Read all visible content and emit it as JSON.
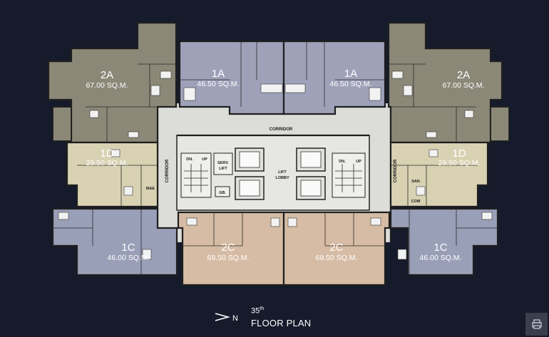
{
  "units": [
    {
      "id": "2a-left",
      "name": "2A",
      "area": "67.00 SQ.M."
    },
    {
      "id": "1a-left",
      "name": "1A",
      "area": "46.50 SQ.M."
    },
    {
      "id": "1a-right",
      "name": "1A",
      "area": "46.50 SQ.M."
    },
    {
      "id": "2a-right",
      "name": "2A",
      "area": "67.00 SQ.M."
    },
    {
      "id": "1d-left",
      "name": "1D",
      "area": "29.50 SQ.M."
    },
    {
      "id": "1d-right",
      "name": "1D",
      "area": "29.50 SQ.M."
    },
    {
      "id": "1c-left",
      "name": "1C",
      "area": "46.00 SQ.M."
    },
    {
      "id": "2c-left",
      "name": "2C",
      "area": "69.50 SQ.M."
    },
    {
      "id": "2c-right",
      "name": "2C",
      "area": "69.50 SQ.M."
    },
    {
      "id": "1c-right",
      "name": "1C",
      "area": "46.00 SQ.M."
    }
  ],
  "labels": {
    "corridor": "CORRIDOR",
    "dn": "DN.",
    "up": "UP",
    "serv": "SERV.",
    "lift": "LIFT",
    "gb": "GB.",
    "lift_lobby_1": "LIFT",
    "lift_lobby_2": "LOBBY",
    "me": "M&E",
    "san": "SAN",
    "com": "COM"
  },
  "footer": {
    "north": "N",
    "floor_number": "35",
    "floor_suffix": "th",
    "floor_label": "FLOOR PLAN"
  },
  "colors": {
    "background": "#161b2c",
    "unit_2a": "#8b8878",
    "unit_1a": "#9fa1b9",
    "unit_1d": "#d8d2b3",
    "unit_1c": "#9a9fb8",
    "unit_2c": "#d6bca4",
    "core": "#dcdcd8"
  },
  "icons": {
    "north_arrow": "north-arrow-icon",
    "corner_button": "print-icon"
  }
}
